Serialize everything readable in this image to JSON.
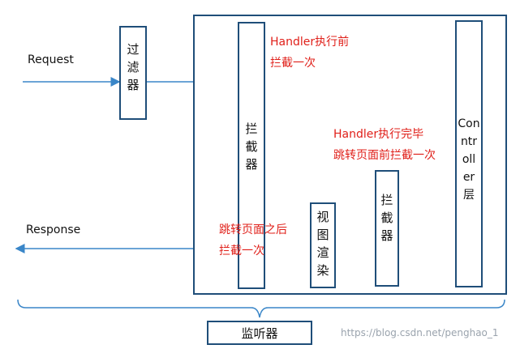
{
  "labels": {
    "request": "Request",
    "response": "Response",
    "filter": [
      "过",
      "滤",
      "器"
    ],
    "interceptor_main": [
      "拦",
      "截",
      "器"
    ],
    "controller": [
      "Con",
      "ntr",
      "oll",
      "er",
      "层"
    ],
    "interceptor_small": [
      "拦",
      "截",
      "器"
    ],
    "view_render": [
      "视",
      "图",
      "渲",
      "染"
    ],
    "listener": "监听器"
  },
  "annotations": {
    "before_handler_line1": "Handler执行前",
    "before_handler_line2": "拦截一次",
    "after_handler_line1": "Handler执行完毕",
    "after_handler_line2": "跳转页面前拦截一次",
    "after_page_line1": "跳转页面之后",
    "after_page_line2": "拦截一次"
  },
  "watermark": "https://blog.csdn.net/penghao_1",
  "colors": {
    "border": "#1f4e79",
    "arrow": "#3a86c8",
    "annotation": "#e0201a"
  }
}
